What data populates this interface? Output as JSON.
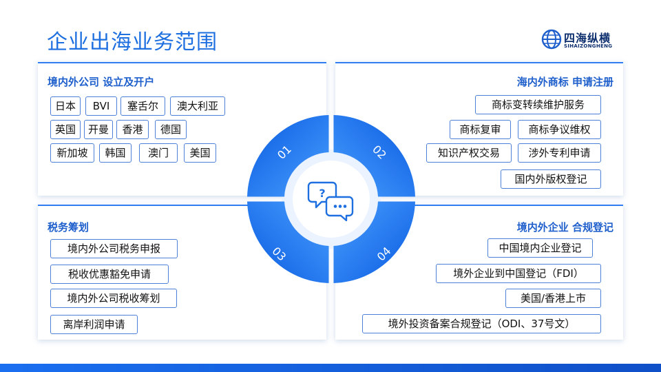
{
  "page": {
    "title": "企业出海业务范围"
  },
  "logo": {
    "cn": "四海纵横",
    "en": "SIHAIZONGHENG"
  },
  "panels": {
    "p1": {
      "title": "境内外公司 设立及开户",
      "items": [
        "日本",
        "BVI",
        "塞舌尔",
        "澳大利亚",
        "英国",
        "开曼",
        "香港",
        "德国",
        "新加坡",
        "韩国",
        "澳门",
        "美国"
      ]
    },
    "p2": {
      "title": "海内外商标 申请注册",
      "items": [
        "商标变转续维护服务",
        "商标复审",
        "商标争议维权",
        "知识产权交易",
        "涉外专利申请",
        "国内外版权登记"
      ]
    },
    "p3": {
      "title": "税务筹划",
      "items": [
        "境内外公司税务申报",
        "税收优惠豁免申请",
        "境内外公司税收筹划",
        "离岸利润申请"
      ]
    },
    "p4": {
      "title": "境内外企业 合规登记",
      "items": [
        "中国境内企业登记",
        "境外企业到中国登记（FDI）",
        "美国/香港上市",
        "境外投资备案合规登记（ODI、37号文）"
      ]
    }
  },
  "ring": {
    "labels": [
      "01",
      "02",
      "03",
      "04"
    ]
  },
  "colors": {
    "accent": "#1e6fe0",
    "dark": "#0d2f6e",
    "ring_light": "#4aa0ff",
    "ring_dark": "#0a5ae0"
  }
}
